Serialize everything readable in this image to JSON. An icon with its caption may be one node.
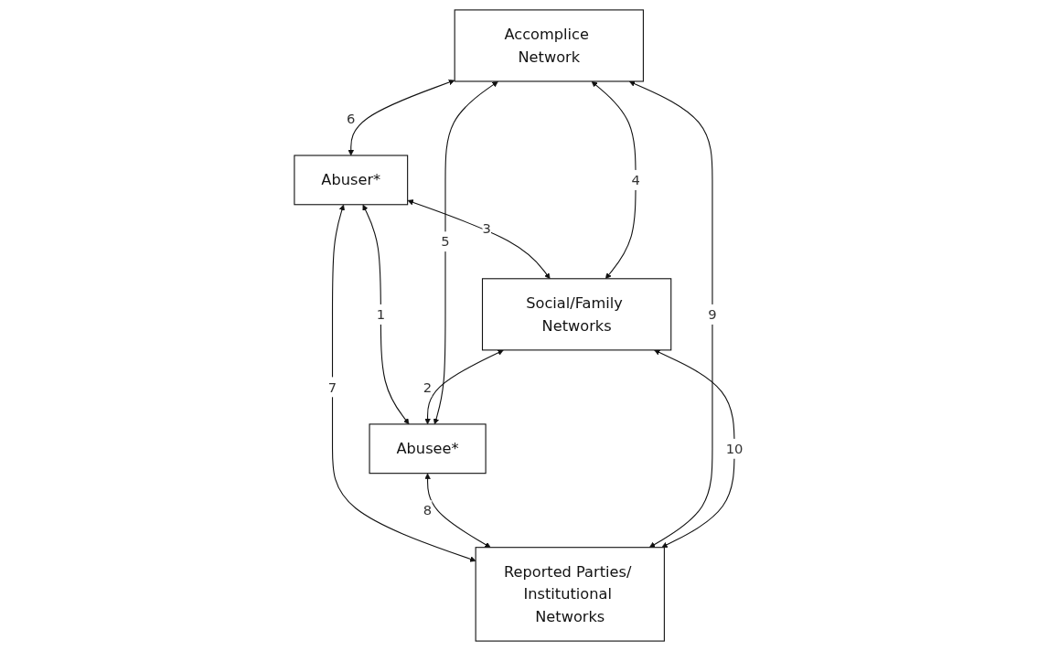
{
  "diagram": {
    "nodes": [
      {
        "text": [
          "Accomplice Network"
        ]
      },
      {
        "text": [
          "Social/Family Networks"
        ]
      },
      {
        "text": [
          "Abuser*"
        ]
      },
      {
        "text": [
          "Abusee*"
        ]
      },
      {
        "text": [
          "Reported Parties/ Institutional Networks"
        ]
      }
    ],
    "edges": [
      {
        "from": 2,
        "to": 3,
        "arrow": "both",
        "label": "1"
      },
      {
        "from": 1,
        "to": 3,
        "arrow": "both",
        "label": "2"
      },
      {
        "from": 2,
        "to": 1,
        "arrow": "both",
        "label": "3"
      },
      {
        "from": 0,
        "to": 1,
        "arrow": "both",
        "label": "4"
      },
      {
        "from": 0,
        "to": 3,
        "arrow": "both",
        "label": "5"
      },
      {
        "from": 0,
        "to": 2,
        "arrow": "both",
        "label": "6"
      },
      {
        "from": 2,
        "to": 4,
        "arrow": "both",
        "label": "7"
      },
      {
        "from": 3,
        "to": 4,
        "arrow": "both",
        "label": "8"
      },
      {
        "from": 0,
        "to": 4,
        "arrow": "both",
        "label": "9"
      },
      {
        "from": 1,
        "to": 4,
        "arrow": "both",
        "label": "10"
      }
    ]
  }
}
